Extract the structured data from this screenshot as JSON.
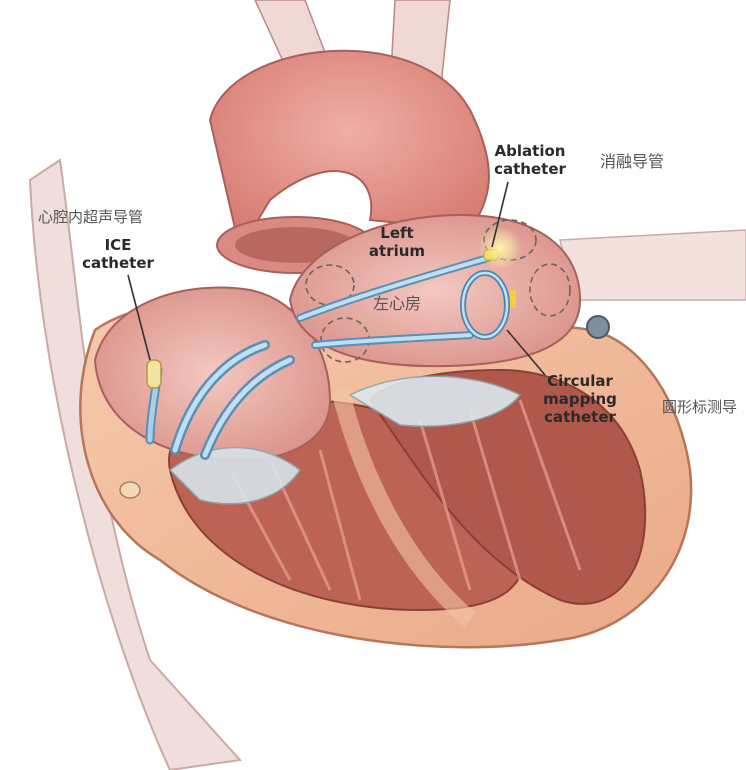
{
  "labels": {
    "ice_catheter": "ICE catheter",
    "ice_catheter_cn": "心腔内超声导管",
    "left_atrium": "Left atrium",
    "left_atrium_cn": "左心房",
    "ablation_catheter": "Ablation catheter",
    "ablation_catheter_cn": "消融导管",
    "circular_mapping_catheter": "Circular mapping catheter",
    "circular_mapping_catheter_cn": "圆形标测导"
  },
  "colors": {
    "aorta": "#e3968f",
    "myocardium": "#f2b99a",
    "muscle_inner": "#b85a4e",
    "chamber": "#d98c84",
    "catheter_blue": "#7fb2d6",
    "vessel": "#ebd3d0",
    "outline": "#8a5a52"
  }
}
